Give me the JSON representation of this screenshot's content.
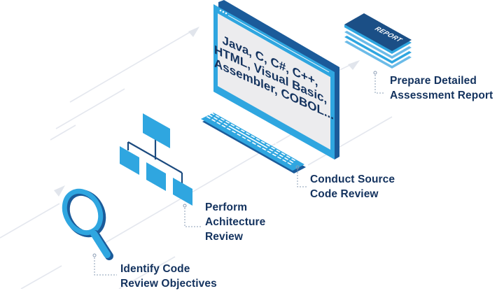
{
  "colors": {
    "dark_navy": "#13325e",
    "primary_blue": "#2fa6e0",
    "deep_blue": "#1b5b9a",
    "screen_gray": "#ececee",
    "guide_line": "#e3e6ec",
    "connector_dots": "#8a9cb4"
  },
  "steps": [
    {
      "id": "identify",
      "icon": "magnifying-glass-icon",
      "lines": [
        "Identify Code",
        "Review Objectives"
      ]
    },
    {
      "id": "architecture",
      "icon": "hierarchy-chart-icon",
      "lines": [
        "Perform",
        "Achitecture",
        "Review"
      ]
    },
    {
      "id": "source",
      "icon": "computer-monitor-icon",
      "lines": [
        "Conduct Source",
        "Code Review"
      ]
    },
    {
      "id": "report",
      "icon": "report-stack-icon",
      "lines": [
        "Prepare Detailed",
        "Assessment Report"
      ]
    }
  ],
  "monitor": {
    "screen_lines": [
      "Java, C, C#, C++,",
      "HTML, Visual Basic,",
      "Assembler, COBOL..."
    ]
  },
  "report": {
    "cover_text": "REPORT"
  }
}
